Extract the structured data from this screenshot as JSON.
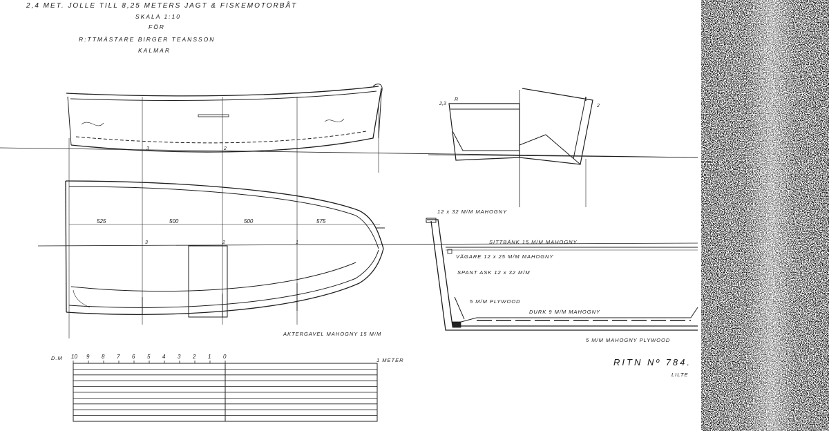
{
  "title": {
    "line1": "2,4  MET. JOLLE TILL 8,25 METERS JAGT & FISKEMOTORBÅT",
    "line2": "SKALA  1:10",
    "line3": "FÖR",
    "line4": "R:TTMÄSTARE BIRGER TEANSSON",
    "line5": "KALMAR"
  },
  "dimensions": {
    "d1": "525",
    "d2": "500",
    "d3": "500",
    "d4": "575"
  },
  "section_marks": {
    "profile_a": "3",
    "profile_b": "2",
    "plan_a": "3",
    "plan_b": "2",
    "plan_c": "1",
    "body_left_a": "2,3",
    "body_left_b": "R",
    "body_right_a": "1",
    "body_right_b": "2"
  },
  "labels": {
    "transom": "AKTERGAVEL MAHOGNY 15 M/M",
    "gunwale": "12 x 32 M/M MAHOGNY",
    "seat": "SITTBÄNK 15 M/M MAHOGNY",
    "stringer": "VÄGARE 12 x 25 M/M MAHOGNY",
    "frames": "SPANT ASK 12 x 32 M/M",
    "plywood5": "5 M/M PLYWOOD",
    "floor": "DURK 9 M/M MAHOGNY",
    "bottom": "5 M/M MAHOGNY PLYWOOD"
  },
  "scale_bar": {
    "dm_label": "D.M",
    "ticks": [
      "10",
      "9",
      "8",
      "7",
      "6",
      "5",
      "4",
      "3",
      "2",
      "1",
      "0"
    ],
    "end_label": "1 METER"
  },
  "drawing_number": "RITN  Nº  784.",
  "drawn_by": "LILTE"
}
